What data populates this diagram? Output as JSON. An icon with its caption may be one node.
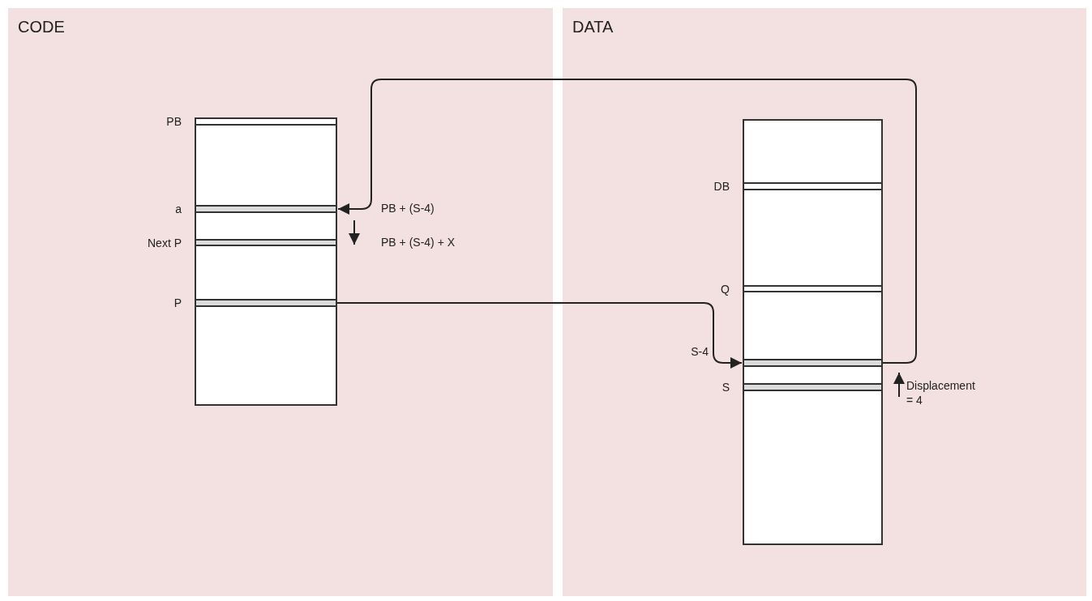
{
  "diagram": {
    "nodes": [
      {
        "text": [
          "CODE"
        ]
      },
      {
        "text": [
          "DATA"
        ]
      },
      {
        "text": [],
        "shape": "box",
        "in": 0
      },
      {
        "text": [],
        "shape": "bar",
        "in": 2,
        "beside": [
          "PB"
        ]
      },
      {
        "text": [],
        "shape": "bar",
        "in": 2,
        "beside": [
          "a"
        ]
      },
      {
        "text": [],
        "shape": "bar",
        "in": 2,
        "beside": [
          "Next P"
        ]
      },
      {
        "text": [],
        "shape": "bar",
        "in": 2,
        "beside": [
          "P"
        ]
      },
      {
        "text": [],
        "shape": "box",
        "in": 1
      },
      {
        "text": [],
        "shape": "bar",
        "in": 7,
        "beside": [
          "DB"
        ]
      },
      {
        "text": [],
        "shape": "bar",
        "in": 7,
        "beside": [
          "Q"
        ]
      },
      {
        "text": [],
        "shape": "bar",
        "in": 7,
        "beside": [
          "S-4"
        ]
      },
      {
        "text": [],
        "shape": "bar",
        "in": 7,
        "beside": [
          "S"
        ]
      }
    ],
    "edges": [
      {
        "from": 6,
        "to": 10,
        "arrow": "to"
      },
      {
        "from": 10,
        "to": 4,
        "arrow": "to"
      }
    ],
    "labels": [
      "PB + (S-4)",
      "PB + (S-4) + X",
      "Displacement = 4"
    ]
  }
}
